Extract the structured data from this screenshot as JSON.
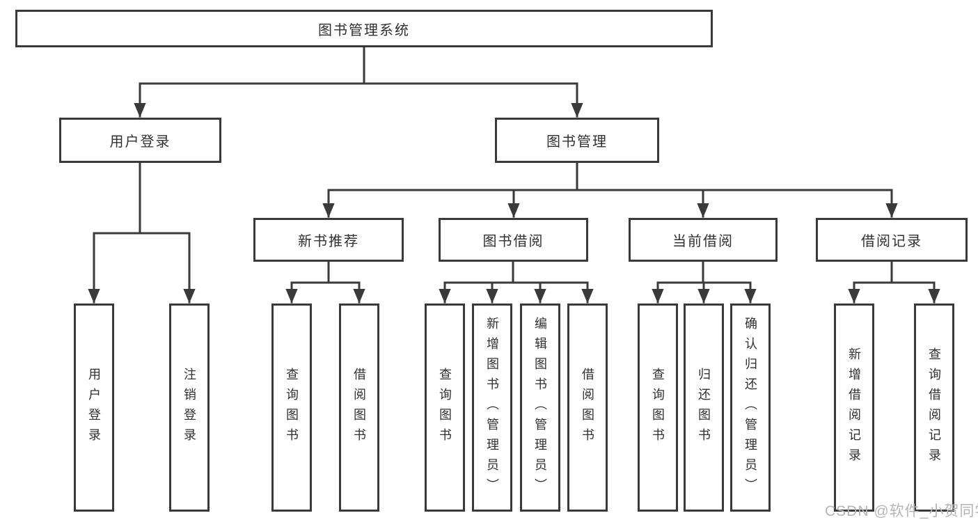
{
  "diagram": {
    "root": {
      "label": "图书管理系统"
    },
    "branches": [
      {
        "label": "用户登录",
        "children": [
          {
            "label": "用户登录"
          },
          {
            "label": "注销登录"
          }
        ]
      },
      {
        "label": "图书管理",
        "children": [
          {
            "label": "新书推荐",
            "children": [
              {
                "label": "查询图书"
              },
              {
                "label": "借阅图书"
              }
            ]
          },
          {
            "label": "图书借阅",
            "children": [
              {
                "label": "查询图书"
              },
              {
                "label": "新增图书（管理员）"
              },
              {
                "label": "编辑图书（管理员）"
              },
              {
                "label": "借阅图书"
              }
            ]
          },
          {
            "label": "当前借阅",
            "children": [
              {
                "label": "查询图书"
              },
              {
                "label": "归还图书"
              },
              {
                "label": "确认归还（管理员）"
              }
            ]
          },
          {
            "label": "借阅记录",
            "children": [
              {
                "label": "新增借阅记录"
              },
              {
                "label": "查询借阅记录"
              }
            ]
          }
        ]
      }
    ]
  },
  "watermark": {
    "text": "CSDN @软件_小贺同学"
  },
  "colors": {
    "line": "#3a3a3a",
    "text": "#303030",
    "background": "#ffffff",
    "watermark": "#b5b5b5"
  }
}
